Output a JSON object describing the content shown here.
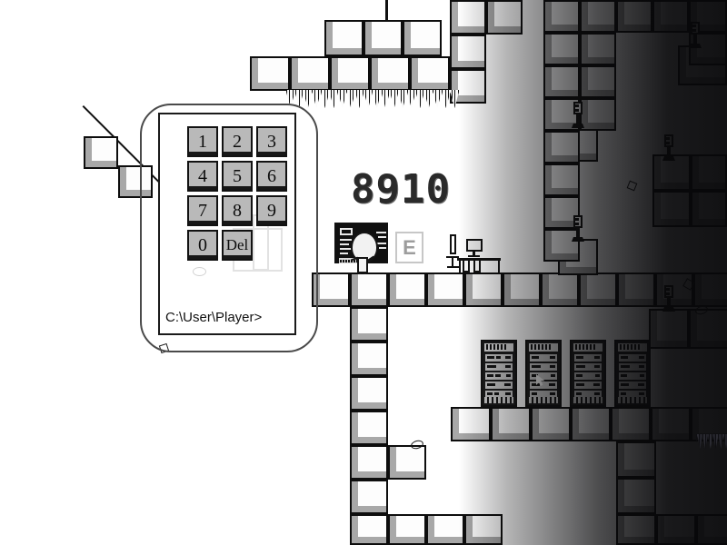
{
  "game": {
    "title": "Platformer Keypad Puzzle",
    "background_color": "#ffffff",
    "shadow_color": "#08080a",
    "tile_fill": "#fdfdfd",
    "tile_outline": "#0d0d0d",
    "tile_bevel": "#a8a8a8"
  },
  "code_display": {
    "value": "8910",
    "color": "#2a2a2a",
    "shadow_color": "#6b6b6b"
  },
  "interaction_prompt": {
    "key_label": "E",
    "border_color": "#c7c7c7",
    "text_color": "#9d9d9d"
  },
  "keypad": {
    "prompt_text": "C:\\User\\Player>",
    "keys": [
      {
        "label": "1",
        "name": "keypad-key-1"
      },
      {
        "label": "2",
        "name": "keypad-key-2"
      },
      {
        "label": "3",
        "name": "keypad-key-3"
      },
      {
        "label": "4",
        "name": "keypad-key-4"
      },
      {
        "label": "5",
        "name": "keypad-key-5"
      },
      {
        "label": "6",
        "name": "keypad-key-6"
      },
      {
        "label": "7",
        "name": "keypad-key-7"
      },
      {
        "label": "8",
        "name": "keypad-key-8"
      },
      {
        "label": "9",
        "name": "keypad-key-9"
      },
      {
        "label": "0",
        "name": "keypad-key-0"
      },
      {
        "label": "Del",
        "name": "keypad-key-delete"
      },
      {
        "label": "",
        "name": "keypad-key-blank"
      }
    ],
    "key_face_color": "#b9b9b9",
    "key_edge_color": "#121212"
  },
  "props": {
    "server_racks": {
      "count": 4,
      "label": "server-rack"
    },
    "levers": {
      "count": 5,
      "label": "wall-lever"
    },
    "workstation": {
      "label": "desk-workstation",
      "has_monitor": true,
      "has_chair": true,
      "has_tower": true,
      "has_lamp": true
    },
    "terminal": {
      "label": "wall-terminal-screen",
      "screen_color": "#101010"
    },
    "player": {
      "label": "player-character"
    },
    "spikes": {
      "label": "ceiling-spikes"
    },
    "debris": {
      "count": 5,
      "label": "floating-debris"
    }
  }
}
